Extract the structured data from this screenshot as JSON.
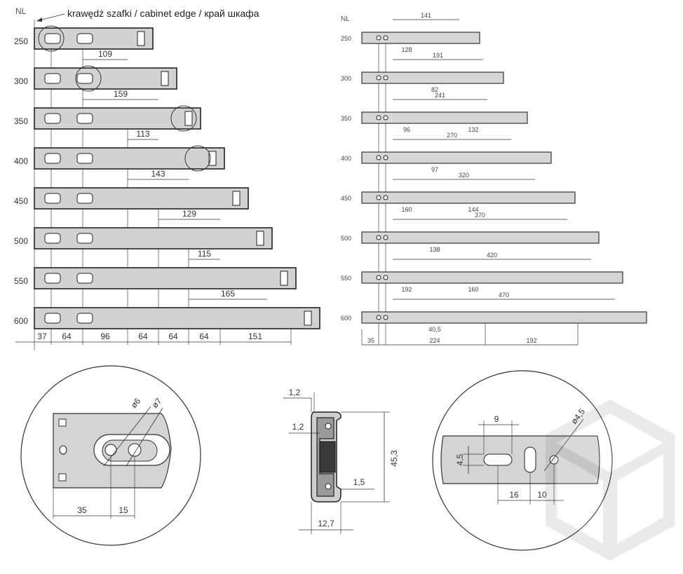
{
  "left": {
    "nl_label": "NL",
    "edge_label": "krawędź szafki / cabinet edge / край шкафа",
    "rows": [
      {
        "nl": "250",
        "dim": ""
      },
      {
        "nl": "300",
        "dim": "109"
      },
      {
        "nl": "350",
        "dim": "159"
      },
      {
        "nl": "400",
        "dim": "113"
      },
      {
        "nl": "450",
        "dim": "143"
      },
      {
        "nl": "500",
        "dim": "129"
      },
      {
        "nl": "550",
        "dim": "115"
      },
      {
        "nl": "600",
        "dim": "165"
      }
    ],
    "bottom_dims": [
      "37",
      "64",
      "96",
      "64",
      "64",
      "64",
      "151"
    ]
  },
  "right": {
    "nl_label": "NL",
    "rows": [
      {
        "nl": "250",
        "top": "141",
        "bottom": [
          "128"
        ]
      },
      {
        "nl": "300",
        "top": "191",
        "bottom": [
          "82"
        ]
      },
      {
        "nl": "350",
        "top": "241",
        "bottom": [
          "96",
          "132"
        ]
      },
      {
        "nl": "400",
        "top": "270",
        "bottom": [
          "97"
        ]
      },
      {
        "nl": "450",
        "top": "320",
        "bottom": [
          "160",
          "144"
        ]
      },
      {
        "nl": "500",
        "top": "370",
        "bottom": [
          "138"
        ]
      },
      {
        "nl": "550",
        "top": "420",
        "bottom": [
          "192",
          "160"
        ]
      },
      {
        "nl": "600",
        "top": "470",
        "bottom": [
          "40,5"
        ]
      }
    ],
    "bottom_dims": [
      "35",
      "224",
      "192"
    ]
  },
  "details": {
    "d1": {
      "phi6": "ø6",
      "phi7": "ø7",
      "dim35": "35",
      "dim15": "15"
    },
    "section": {
      "t12a": "1,2",
      "t12b": "1,2",
      "t15": "1,5",
      "h453": "45,3",
      "w127": "12,7"
    },
    "d2": {
      "w9": "9",
      "h45": "4,5",
      "phi45": "ø4,5",
      "w16": "16",
      "w10": "10"
    }
  }
}
